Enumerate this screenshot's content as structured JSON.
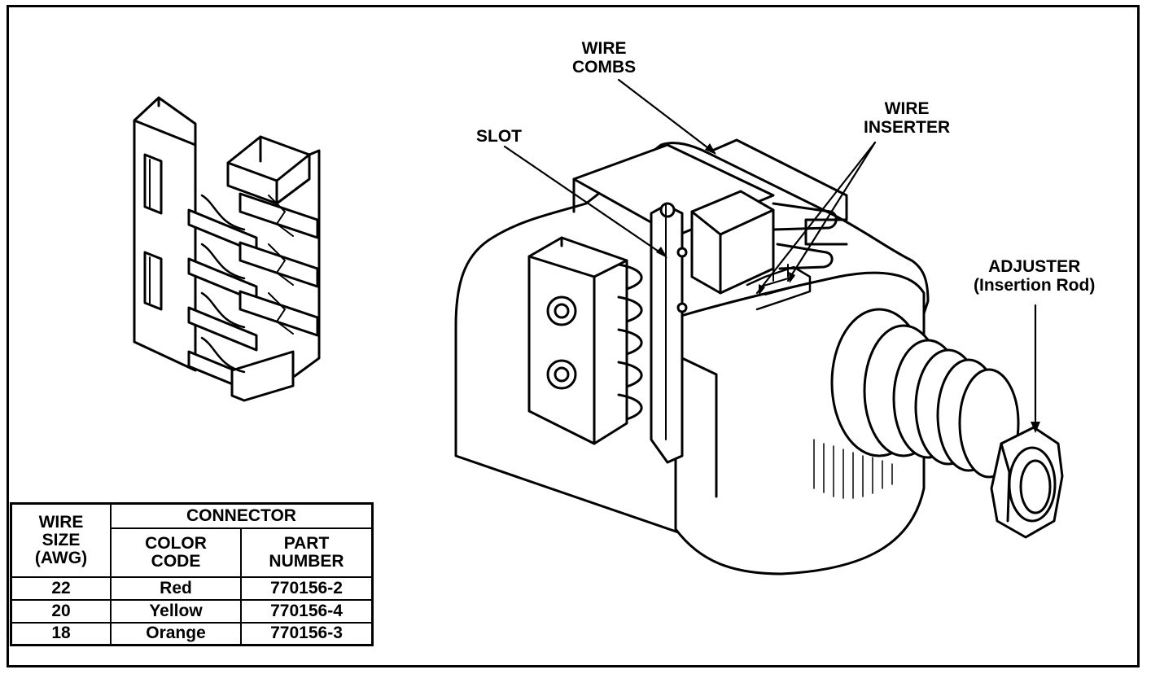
{
  "callouts": {
    "wire_combs": [
      "WIRE",
      "COMBS"
    ],
    "slot": [
      "SLOT"
    ],
    "wire_inserter": [
      "WIRE",
      "INSERTER"
    ],
    "adjuster": [
      "ADJUSTER",
      "(Insertion Rod)"
    ]
  },
  "table": {
    "header_wire": [
      "WIRE",
      "SIZE",
      "(AWG)"
    ],
    "header_connector": "CONNECTOR",
    "header_color": [
      "COLOR",
      "CODE"
    ],
    "header_part": [
      "PART",
      "NUMBER"
    ],
    "rows": [
      {
        "awg": "22",
        "color": "Red",
        "part": "770156-2"
      },
      {
        "awg": "20",
        "color": "Yellow",
        "part": "770156-4"
      },
      {
        "awg": "18",
        "color": "Orange",
        "part": "770156-3"
      }
    ]
  }
}
